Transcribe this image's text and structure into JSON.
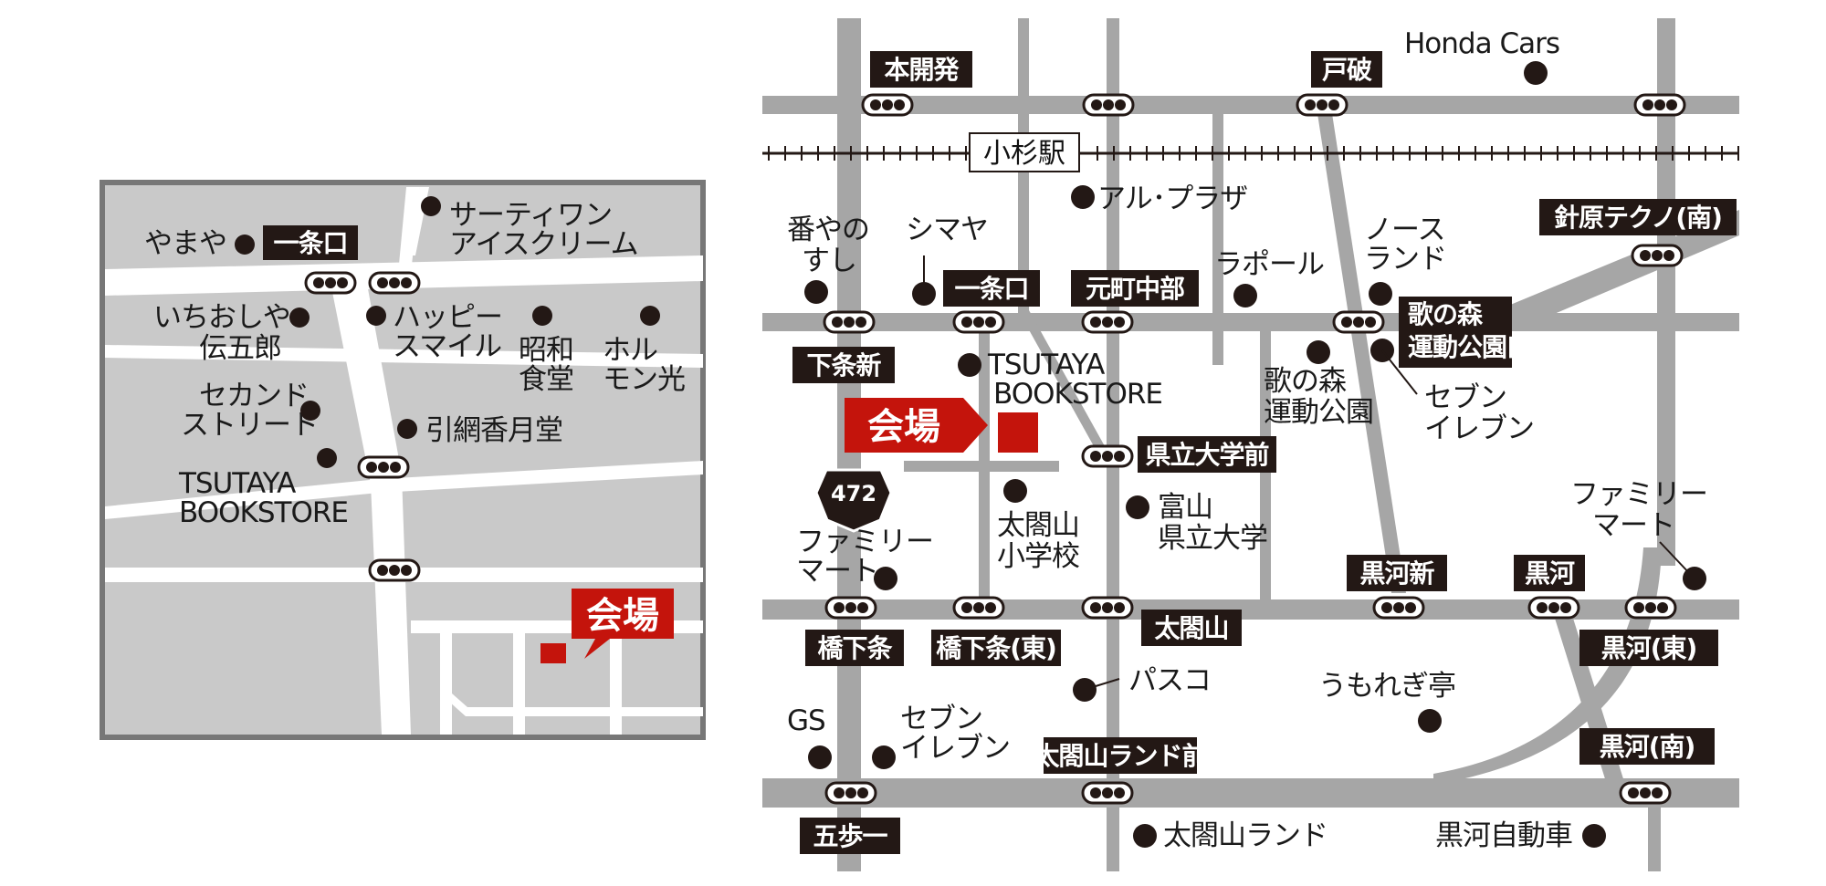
{
  "inset": {
    "labels": {
      "ichijoguchi": "一条口"
    },
    "pois": {
      "yamaya": "やまや",
      "thirty_one_1": "サーティワン",
      "thirty_one_2": "アイスクリーム",
      "ichioshiya_1": "いちおしや",
      "ichioshiya_2": "伝五郎",
      "happy_1": "ハッピー",
      "happy_2": "スマイル",
      "showa_1": "昭和",
      "showa_2": "食堂",
      "horumon_1": "ホル",
      "horumon_2": "モン光",
      "second_1": "セカンド",
      "second_2": "ストリート",
      "hikiami": "引網香月堂",
      "tsutaya_1": "TSUTAYA",
      "tsutaya_2": "BOOKSTORE"
    },
    "venue": "会場"
  },
  "main": {
    "labels": {
      "honkaihatsu": "本開発",
      "tonami": "戸破",
      "harimahara": "針原テクノ(南)",
      "ichijoguchi": "一条口",
      "motomachi": "元町中部",
      "utanomori_gate_1": "歌の森",
      "utanomori_gate_2": "運動公園口",
      "shimojoshin": "下条新",
      "kenritsu": "県立大学前",
      "kurokawashin": "黒河新",
      "kurokawa": "黒河",
      "hashigejo": "橋下条",
      "hashigejo_east": "橋下条(東)",
      "taikoyama": "太閤山",
      "kurokawa_east": "黒河(東)",
      "taikoyama_land_mae": "太閤山ランド前",
      "kurokawa_south": "黒河(南)",
      "gohoichi": "五歩一"
    },
    "station": "小杉駅",
    "route_number": "472",
    "venue": "会場",
    "pois": {
      "honda": "Honda Cars",
      "alplaza": "アル･プラザ",
      "banyano_1": "番やの",
      "banyano_2": "すし",
      "shimaya": "シマヤ",
      "rapole": "ラポール",
      "northland_1": "ノース",
      "northland_2": "ランド",
      "tsutaya_1": "TSUTAYA",
      "tsutaya_2": "BOOKSTORE",
      "utanomori_park_1": "歌の森",
      "utanomori_park_2": "運動公園",
      "seven_1": "セブン",
      "seven_2": "イレブン",
      "family_1": "ファミリー",
      "family_2": "マート",
      "taikoyama_school_1": "太閤山",
      "taikoyama_school_2": "小学校",
      "toyama_univ_1": "富山",
      "toyama_univ_2": "県立大学",
      "family_right_1": "ファミリー",
      "family_right_2": "マート",
      "pasco": "パスコ",
      "umoregi": "うもれぎ亭",
      "gs": "GS",
      "seven_b_1": "セブン",
      "seven_b_2": "イレブン",
      "taikoyama_land": "太閤山ランド",
      "kurokawa_car": "黒河自動車"
    }
  },
  "colors": {
    "road": "#a6a6a6",
    "label_bg": "#231815",
    "venue": "#c4140c",
    "inset_bg": "#c9c9c9"
  }
}
